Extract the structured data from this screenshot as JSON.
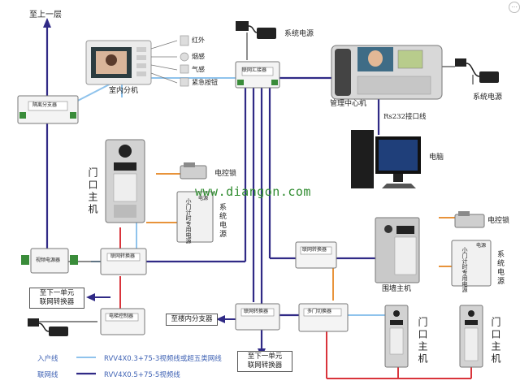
{
  "labels": {
    "top_floor": "至上一层",
    "system_power_top": "系统电源",
    "indoor_unit": "室内分机",
    "sensor_infrared": "红外",
    "sensor_smoke": "烟感",
    "sensor_gas": "气感",
    "sensor_emergency": "紧急按钮",
    "network_controller": "联网汇接器",
    "management_center": "管理中心机",
    "system_power_right": "系统电源",
    "rs232_line": "Rs232接口线",
    "computer": "电脑",
    "door_main_unit_left": "门口主机",
    "electric_lock_left": "电控锁",
    "system_power_mid": "系统电源",
    "wall_main_unit": "围墙主机",
    "electric_lock_right": "电控锁",
    "system_power_right2": "系统电源",
    "next_unit_left": "至下一单元\n联网转换器",
    "next_unit_bottom": "至下一单元\n联网转换器",
    "building_branch": "至楼内分支器",
    "door_main_unit_b1": "门口主机",
    "door_main_unit_b2": "门口主机",
    "watermark": "www.diangon.com"
  },
  "device_titles": {
    "floor_splitter": "隔离分支器",
    "isolation_protector": "视频电源器",
    "network_converter_left": "联网转换器",
    "network_converter_right": "联网转换器",
    "network_converter_bottom": "联网转换器",
    "elevator_controller": "电梯控制器",
    "multi_door_switch": "多门切换器",
    "power_left": "小门计时专用电源",
    "power_right": "小门计时专用电源",
    "power_text_small": "电源"
  },
  "legend": {
    "entry_label": "入户线",
    "entry_desc": "RVV4X0.3+75-3视频线或超五类网线",
    "network_label": "联网线",
    "network_desc": "RVV4X0.5+75-5视频线"
  },
  "colors": {
    "entry_line": "#8fc3ec",
    "network_line": "#302a86",
    "power_line": "#e8933a",
    "red_line": "#d9343b",
    "bus_line": "#333333"
  },
  "corner_icon": "info-icon"
}
